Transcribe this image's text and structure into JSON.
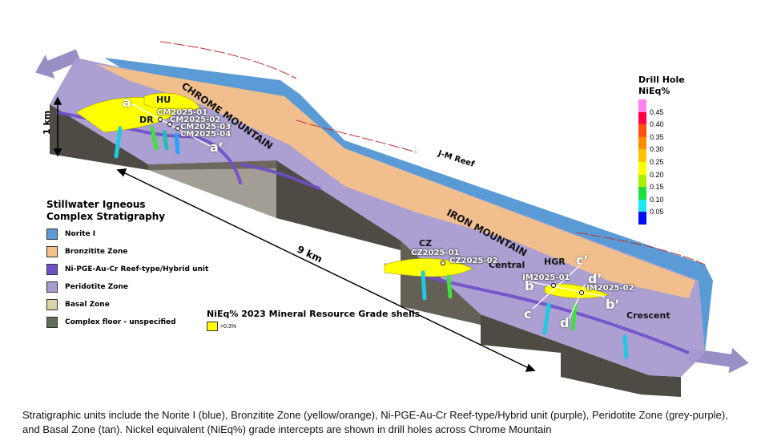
{
  "scale_labels": {
    "vertical": "1 km",
    "horizontal": "9 km",
    "reef": "J-M Reef"
  },
  "mountains": {
    "chrome": "CHROME MOUNTAIN",
    "iron": "IRON MOUNTAIN"
  },
  "areas": {
    "hu": "HU",
    "dr": "DR",
    "cz": "CZ",
    "central": "Central",
    "hgr": "HGR",
    "crescent": "Crescent"
  },
  "drill_holes": [
    "CM2025-01",
    "CM2025-02",
    "CM2025-03",
    "CM2025-04",
    "CZ2025-01",
    "CZ2025-02",
    "IM2025-01",
    "IM2025-02"
  ],
  "sections": {
    "a": "a",
    "a_prime": "a’",
    "b": "b",
    "b_prime": "b’",
    "c": "c",
    "c_prime": "c’",
    "d": "d",
    "d_prime": "d’"
  },
  "legend": {
    "title": "Stillwater Igneous Complex Stratigraphy",
    "items": [
      {
        "label": "Norite I",
        "color": "#5b9bd5"
      },
      {
        "label": "Bronzitite Zone",
        "color": "#f4c18a"
      },
      {
        "label": "Ni-PGE-Au-Cr Reef-type/Hybrid unit",
        "color": "#6f4fc8"
      },
      {
        "label": "Peridotite Zone",
        "color": "#a89ad0"
      },
      {
        "label": "Basal Zone",
        "color": "#d8d4a8"
      },
      {
        "label": "Complex floor - unspecified",
        "color": "#5e6e58"
      }
    ]
  },
  "grade_shells": {
    "title": "NiEq% 2023 Mineral Resource Grade shells",
    "item": ">0.3%",
    "color": "#ffff00"
  },
  "color_scale": {
    "title_line1": "Drill Hole",
    "title_line2": "NiEq%",
    "segments": [
      {
        "color": "#ff80ee",
        "label": "0.45"
      },
      {
        "color": "#ff0040",
        "label": "0.40"
      },
      {
        "color": "#ff5010",
        "label": "0.35"
      },
      {
        "color": "#ff8c00",
        "label": "0.30"
      },
      {
        "color": "#ffc400",
        "label": "0.25"
      },
      {
        "color": "#ffff00",
        "label": "0.20"
      },
      {
        "color": "#a8f000",
        "label": "0.15"
      },
      {
        "color": "#20e040",
        "label": "0.10"
      },
      {
        "color": "#20e8f0",
        "label": "0.05"
      },
      {
        "color": "#0010f0",
        "label": ""
      }
    ]
  },
  "caption": "Stratigraphic units include the Norite I (blue), Bronzitite Zone (yellow/orange), Ni-PGE-Au-Cr Reef-type/Hybrid unit (purple), Peridotite Zone (grey-purple), and Basal Zone (tan). Nickel equivalent (NiEq%) grade intercepts are shown in drill holes across Chrome Mountain"
}
